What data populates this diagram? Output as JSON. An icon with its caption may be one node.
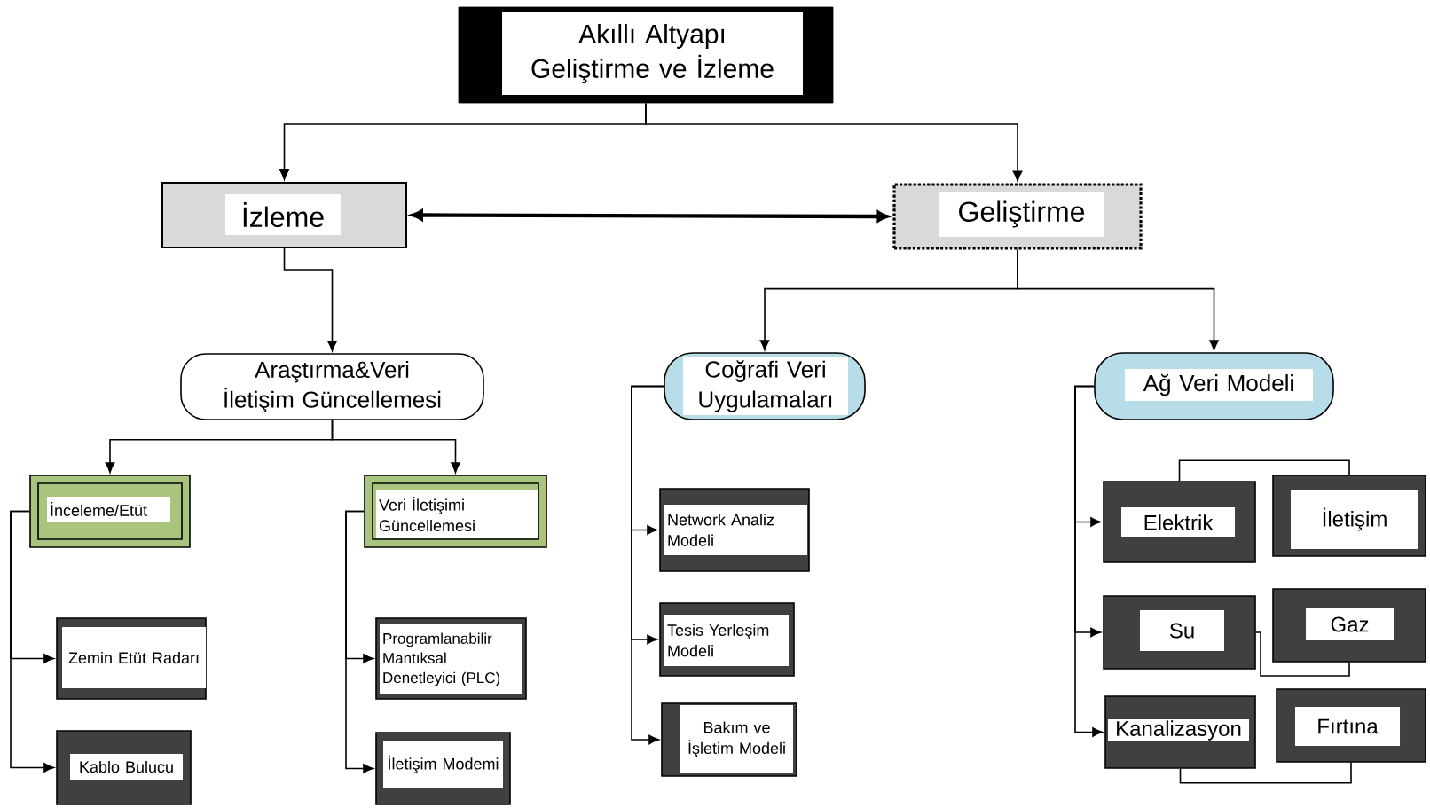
{
  "diagram": {
    "nodes": [
      {
        "text": [
          "Akıllı Altyapı Geliştirme ve İzleme"
        ]
      },
      {
        "text": [
          "İzleme"
        ]
      },
      {
        "text": [
          "Geliştirme"
        ]
      },
      {
        "text": [
          "Araştırma&Veri İletişim Güncellemesi"
        ]
      },
      {
        "text": [
          "Coğrafi Veri Uygulamaları"
        ]
      },
      {
        "text": [
          "Ağ Veri Modeli"
        ]
      },
      {
        "text": [
          "İnceleme/Etüt"
        ]
      },
      {
        "text": [
          "Veri İletişimi Güncellemesi"
        ]
      },
      {
        "text": [
          "Zemin Etüt Radarı"
        ]
      },
      {
        "text": [
          "Kablo Bulucu"
        ]
      },
      {
        "text": [
          "Programlanabilir Mantıksal Denetleyici (PLC)"
        ]
      },
      {
        "text": [
          "İletişim Modemi"
        ]
      },
      {
        "text": [
          "Network Analiz Modeli"
        ]
      },
      {
        "text": [
          "Tesis Yerleşim Modeli"
        ]
      },
      {
        "text": [
          "Bakım ve İşletim Modeli"
        ]
      },
      {
        "text": [
          "Elektrik"
        ]
      },
      {
        "text": [
          "İletişim"
        ]
      },
      {
        "text": [
          "Su"
        ]
      },
      {
        "text": [
          "Gaz"
        ]
      },
      {
        "text": [
          "Kanalizasyon"
        ]
      },
      {
        "text": [
          "Fırtına"
        ]
      }
    ],
    "edges": [
      {
        "from": 0,
        "to": 1,
        "arrow": "to"
      },
      {
        "from": 0,
        "to": 2,
        "arrow": "to"
      },
      {
        "from": 1,
        "to": 2,
        "arrow": "both",
        "style": "thick"
      },
      {
        "from": 1,
        "to": 3,
        "arrow": "to"
      },
      {
        "from": 2,
        "to": 4,
        "arrow": "to"
      },
      {
        "from": 2,
        "to": 5,
        "arrow": "to"
      },
      {
        "from": 3,
        "to": 6,
        "arrow": "to"
      },
      {
        "from": 3,
        "to": 7,
        "arrow": "to"
      },
      {
        "from": 6,
        "to": 8,
        "arrow": "to"
      },
      {
        "from": 6,
        "to": 9,
        "arrow": "to"
      },
      {
        "from": 7,
        "to": 10,
        "arrow": "to"
      },
      {
        "from": 7,
        "to": 11,
        "arrow": "to"
      },
      {
        "from": 4,
        "to": 12,
        "arrow": "to"
      },
      {
        "from": 4,
        "to": 13,
        "arrow": "to"
      },
      {
        "from": 4,
        "to": 14,
        "arrow": "to"
      },
      {
        "from": 5,
        "to": 15,
        "arrow": "to"
      },
      {
        "from": 5,
        "to": 17,
        "arrow": "to"
      },
      {
        "from": 5,
        "to": 19,
        "arrow": "to"
      },
      {
        "from": 15,
        "to": 16,
        "arrow": "none"
      },
      {
        "from": 17,
        "to": 18,
        "arrow": "none"
      },
      {
        "from": 19,
        "to": 20,
        "arrow": "none"
      }
    ]
  }
}
